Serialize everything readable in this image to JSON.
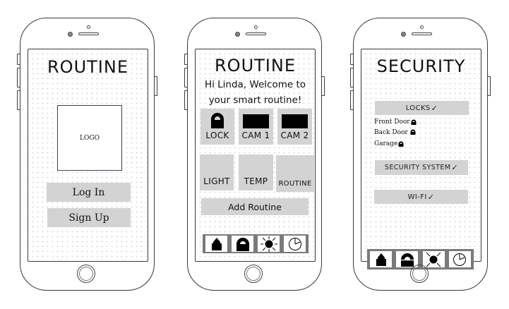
{
  "phones": [
    {
      "screen_name": "login",
      "title": "ROUTINE",
      "logo_label": "LOGO",
      "buttons": {
        "login": "Log In",
        "signup": "Sign Up"
      }
    },
    {
      "screen_name": "home",
      "title": "ROUTINE",
      "welcome_line1": "Hi Linda, Welcome to",
      "welcome_line2": "your smart routine!",
      "tiles": [
        {
          "label": "LOCK",
          "icon": "lock-icon"
        },
        {
          "label": "CAM 1",
          "icon": "camera-feed-icon"
        },
        {
          "label": "CAM 2",
          "icon": "camera-feed-icon"
        },
        {
          "label": "LIGHT",
          "icon": ""
        },
        {
          "label": "TEMP",
          "icon": ""
        },
        {
          "label": "ROUTINE",
          "icon": ""
        }
      ],
      "add_routine_label": "Add Routine",
      "tabbar": [
        "home-icon",
        "lock-icon",
        "sun-icon",
        "clock-icon"
      ]
    },
    {
      "screen_name": "security",
      "title": "SECURITY",
      "sections": {
        "locks": {
          "label": "LOCKS",
          "check": "✓"
        },
        "security_system": {
          "label": "SECURITY SYSTEM",
          "check": "✓"
        },
        "wifi": {
          "label": "WI-FI",
          "check": "✓"
        }
      },
      "lock_items": [
        "Front Door",
        "Back Door",
        "Garage"
      ],
      "tabbar": [
        "home-icon",
        "lock-icon",
        "sun-icon",
        "clock-icon"
      ]
    }
  ],
  "colors": {
    "button_gray": "#d3d3d3",
    "tabbar_gray": "#7a7a7a",
    "outline": "#3a3a3a"
  }
}
